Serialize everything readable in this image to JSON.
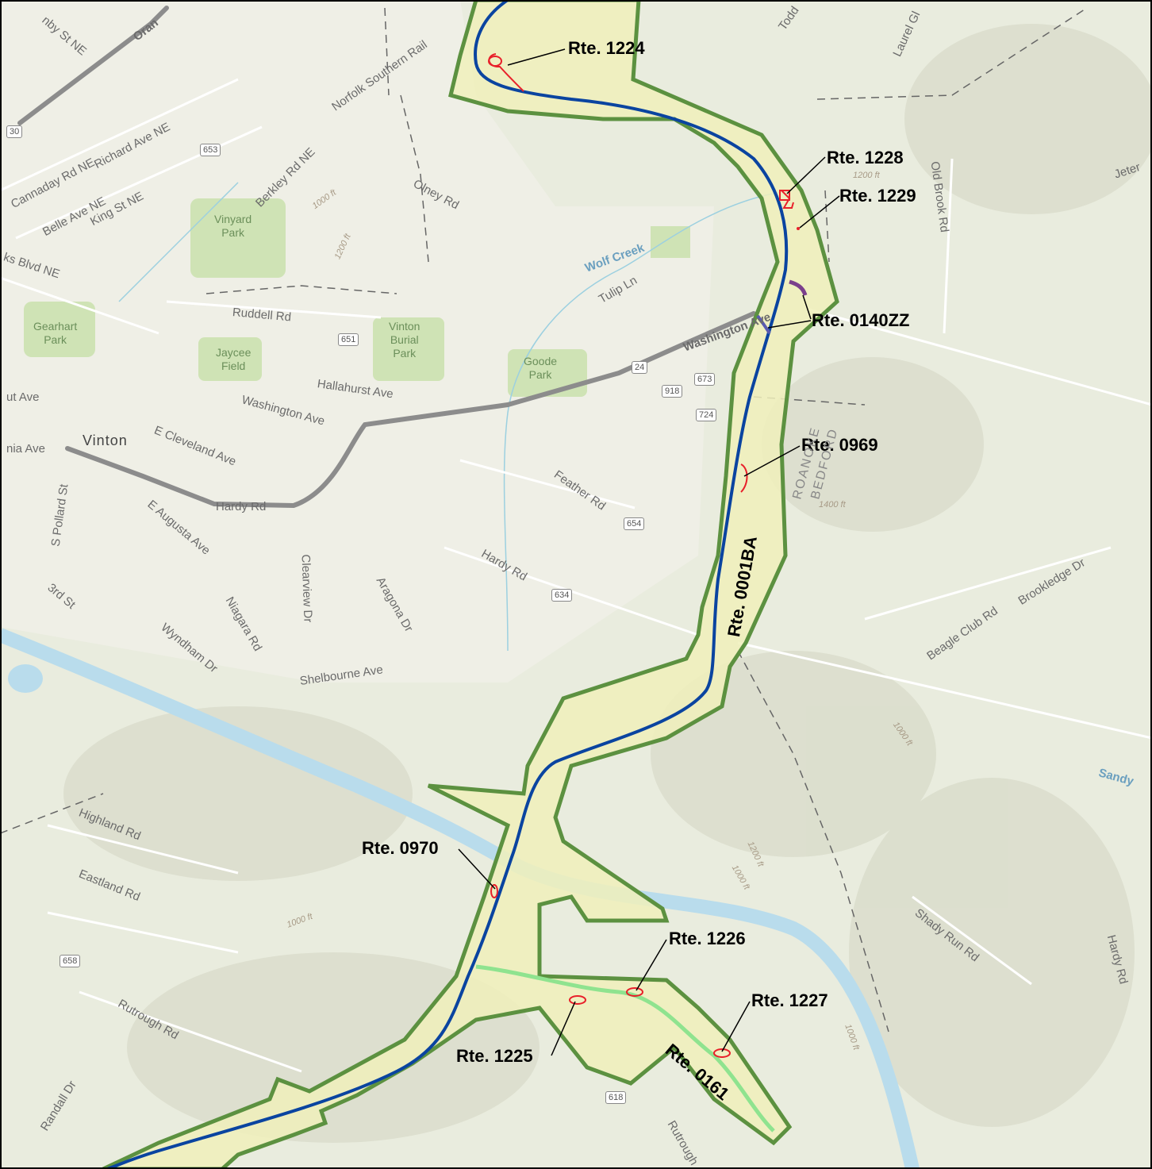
{
  "map": {
    "route_labels": {
      "r1224": "Rte. 1224",
      "r1228": "Rte. 1228",
      "r1229": "Rte. 1229",
      "r0140zz": "Rte. 0140ZZ",
      "r0969": "Rte. 0969",
      "r0001ba": "Rte. 0001BA",
      "r0970": "Rte. 0970",
      "r1226": "Rte. 1226",
      "r1227": "Rte. 1227",
      "r1225": "Rte. 1225",
      "r0161": "Rte. 0161"
    },
    "streets": {
      "s1": "Richard Ave NE",
      "s2": "Cannaday Rd NE",
      "s3": "Belle Ave NE",
      "s4": "King St NE",
      "s5": "Berkley Rd NE",
      "s6": "Norfolk Southern Rail",
      "s7": "Olney Rd",
      "s8": "Tulip Ln",
      "s9": "Ruddell Rd",
      "s10": "Hallahurst Ave",
      "s11": "Washington Ave",
      "s12": "E Cleveland Ave",
      "s13": "Hardy Rd",
      "s14": "E Augusta Ave",
      "s15": "S Pollard St",
      "s16": "3rd St",
      "s17": "Clearview Dr",
      "s18": "Aragona Dr",
      "s19": "Niagara Rd",
      "s20": "Wyndham Dr",
      "s21": "Shelbourne Ave",
      "s22": "Feather Rd",
      "s23": "Hardy Rd",
      "s24": "Old Brook Rd",
      "s25": "Laurel Gl",
      "s26": "Beagle Club Rd",
      "s27": "Brookledge Dr",
      "s28": "Highland Rd",
      "s29": "Eastland Rd",
      "s30": "Rutrough Rd",
      "s31": "Randall Dr",
      "s32": "Shady Run Rd",
      "s33": "Hardy Rd",
      "s34": "Washington Ave",
      "s35": "Rutrough",
      "s36": "ks Blvd NE",
      "s37": "ut Ave",
      "s38": "nia Ave",
      "s39": "Todd",
      "s40": "Jeter",
      "s41": "Oran",
      "s42": "nby St NE"
    },
    "parks": {
      "p1": "Vinyard\nPark",
      "p2": "Gearhart\nPark",
      "p3": "Jaycee\nField",
      "p4": "Vinton\nBurial\nPark",
      "p5": "Goode\nPark"
    },
    "town": "Vinton",
    "county_labels": {
      "c1": "ROANOKE",
      "c2": "BEDFORD"
    },
    "water_labels": {
      "w1": "Wolf Creek",
      "w2": "Sandy"
    },
    "shields": {
      "h1": "653",
      "h2": "651",
      "h3": "24",
      "h4": "673",
      "h5": "918",
      "h6": "724",
      "h7": "654",
      "h8": "634",
      "h9": "658",
      "h10": "618",
      "h11": "30"
    },
    "contours": {
      "k1": "1000 ft",
      "k2": "1200 ft",
      "k3": "1200 ft",
      "k4": "1400 ft",
      "k5": "1000 ft",
      "k6": "1200 ft",
      "k7": "1000 ft",
      "k8": "1000 ft",
      "k9": "1000 ft"
    },
    "colors": {
      "terrain": "#e9ecde",
      "buffer_fill": "#f0f0bb",
      "buffer_stroke": "#5c9140",
      "parkway": "#0a44a0",
      "spur": "#8fe38f",
      "river": "#b9dcec",
      "road": "#8c8c8c",
      "feature": "#e8202a",
      "park": "#cfe3b5"
    }
  }
}
